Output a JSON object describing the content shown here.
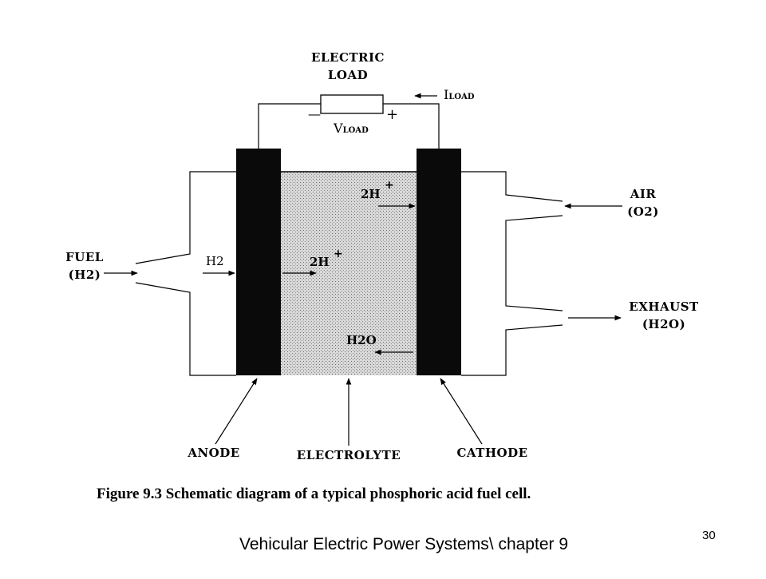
{
  "diagram": {
    "load": {
      "line1": "ELECTRIC",
      "line2": "LOAD"
    },
    "i_load": {
      "main": "I",
      "sub": "LOAD"
    },
    "v_load": {
      "main": "V",
      "sub": "LOAD"
    },
    "polarity": {
      "minus": "—",
      "plus": "+"
    },
    "fuel": {
      "line1": "FUEL",
      "line2": "(H2)"
    },
    "h2_inlet": "H2",
    "proton_upper": "2H",
    "proton_lower": "2H",
    "proton_charge": "+",
    "water": "H2O",
    "air": {
      "line1": "AIR",
      "line2": "(O2)"
    },
    "exhaust": {
      "line1": "EXHAUST",
      "line2": "(H2O)"
    },
    "anode": "ANODE",
    "electrolyte": "ELECTROLYTE",
    "cathode": "CATHODE",
    "caption": "Figure 9.3 Schematic diagram of a typical phosphoric acid fuel cell."
  },
  "footer": "Vehicular Electric Power Systems\\ chapter 9",
  "page_number": "30"
}
